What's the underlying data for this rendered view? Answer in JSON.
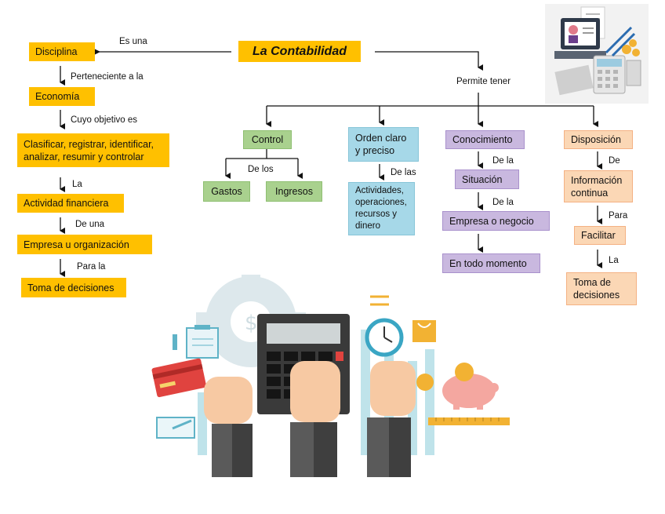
{
  "title": "La Contabilidad",
  "left": {
    "es_una": "Es una",
    "disciplina": "Disciplina",
    "perteneciente": "Perteneciente a la",
    "economia": "Economía",
    "cuyo_objetivo": "Cuyo objetivo es",
    "clasificar": "Clasificar, registrar, identificar, analizar, resumir y controlar",
    "la": "La",
    "actividad": "Actividad financiera",
    "de_una": "De una",
    "empresa": "Empresa u organización",
    "para_la": "Para la",
    "toma": "Toma de decisiones"
  },
  "right": {
    "permite_tener": "Permite tener",
    "control": "Control",
    "de_los": "De los",
    "gastos": "Gastos",
    "ingresos": "Ingresos",
    "orden": "Orden claro y preciso",
    "de_las": "De las",
    "actividades": "Actividades, operaciones, recursos y dinero",
    "conocimiento": "Conocimiento",
    "de_la_1": "De la",
    "situacion": "Situación",
    "de_la_2": "De la",
    "empresa_negocio": "Empresa o negocio",
    "en_todo": "En todo momento",
    "disposicion": "Disposición",
    "de": "De",
    "informacion": "Información continua",
    "para": "Para",
    "facilitar": "Facilitar",
    "la": "La",
    "toma": "Toma de decisiones"
  },
  "colors": {
    "orange": "#ffc000",
    "green": "#a9d18e",
    "blue": "#a6d8e8",
    "purple": "#c9b8df",
    "light_orange": "#fbd7b5"
  }
}
